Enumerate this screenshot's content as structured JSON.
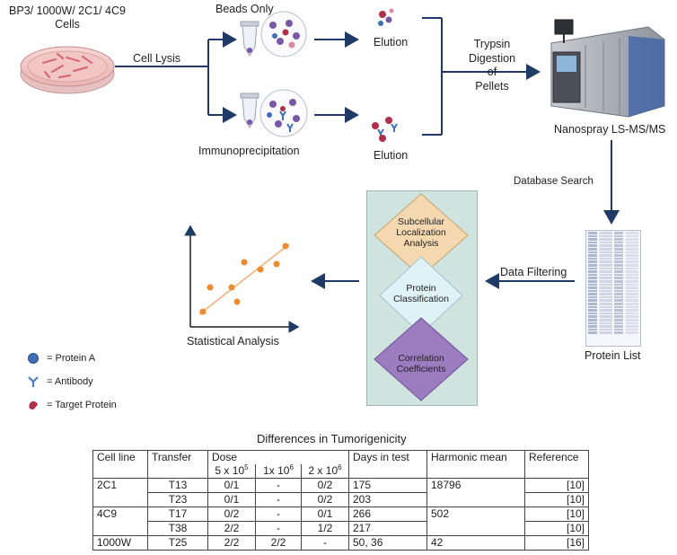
{
  "diagram": {
    "cells_title_line1": "BP3/ 1000W/ 2C1/ 4C9",
    "cells_title_line2": "Cells",
    "cell_lysis": "Cell Lysis",
    "beads_only": "Beads Only",
    "immunoprecipitation": "Immunoprecipitation",
    "elution_top": "Elution",
    "elution_bottom": "Elution",
    "trypsin_line1": "Trypsin",
    "trypsin_line2": "Digestion",
    "trypsin_line3": "of",
    "trypsin_line4": "Pellets",
    "nanospray": "Nanospray LS-MS/MS",
    "database_search": "Database Search",
    "protein_list": "Protein List",
    "data_filtering": "Data Filtering",
    "subcellular_line1": "Subcellular",
    "subcellular_line2": "Localization",
    "subcellular_line3": "Analysis",
    "protein_class_line1": "Protein",
    "protein_class_line2": "Classification",
    "correlation_line1": "Correlation",
    "correlation_line2": "Coefficients",
    "statistical_analysis": "Statistical Analysis",
    "diamond_colors": {
      "top": "#f4d9b0",
      "middle": "#dff2f7",
      "bottom": "#9a7cbf"
    },
    "arrow_color": "#1f3a66"
  },
  "legend": {
    "protein_a": "= Protein A",
    "antibody": "= Antibody",
    "target_protein": "= Target Protein",
    "protein_a_color": "#3f6fb5",
    "antibody_color": "#4b7fc4",
    "target_color": "#b0304a"
  },
  "table": {
    "title": "Differences in Tumorigenicity",
    "headers": {
      "cell_line": "Cell line",
      "transfer": "Transfer",
      "dose": "Dose",
      "dose_1": "5 x 10",
      "dose_1_exp": "5",
      "dose_2": "1x 10",
      "dose_2_exp": "6",
      "dose_3": "2 x 10",
      "dose_3_exp": "6",
      "days": "Days in test",
      "harmonic": "Harmonic mean",
      "reference": "Reference"
    },
    "rows": [
      {
        "cell": "2C1",
        "transfer": "T13",
        "d1": "0/1",
        "d2": "-",
        "d3": "0/2",
        "days": "175",
        "hm": "18796",
        "ref": "[10]"
      },
      {
        "cell": "",
        "transfer": "T23",
        "d1": "0/1",
        "d2": "-",
        "d3": "0/2",
        "days": "203",
        "hm": "",
        "ref": "[10]"
      },
      {
        "cell": "4C9",
        "transfer": "T17",
        "d1": "0/2",
        "d2": "-",
        "d3": "0/1",
        "days": "266",
        "hm": "502",
        "ref": "[10]"
      },
      {
        "cell": "",
        "transfer": "T38",
        "d1": "2/2",
        "d2": "-",
        "d3": "1/2",
        "days": "217",
        "hm": "",
        "ref": "[10]"
      },
      {
        "cell": "1000W",
        "transfer": "T25",
        "d1": "2/2",
        "d2": "2/2",
        "d3": "-",
        "days": "50, 36",
        "hm": "42",
        "ref": "[16]"
      }
    ]
  }
}
